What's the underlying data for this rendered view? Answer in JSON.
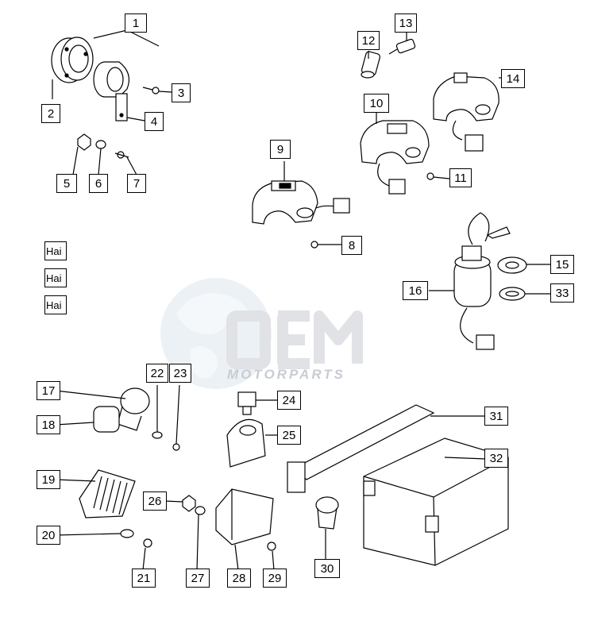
{
  "callouts": [
    {
      "id": "1",
      "label": "1"
    },
    {
      "id": "2",
      "label": "2"
    },
    {
      "id": "3",
      "label": "3"
    },
    {
      "id": "4",
      "label": "4"
    },
    {
      "id": "5",
      "label": "5"
    },
    {
      "id": "6",
      "label": "6"
    },
    {
      "id": "7",
      "label": "7"
    },
    {
      "id": "8",
      "label": "8"
    },
    {
      "id": "9",
      "label": "9"
    },
    {
      "id": "10",
      "label": "10"
    },
    {
      "id": "11",
      "label": "11"
    },
    {
      "id": "12",
      "label": "12"
    },
    {
      "id": "13",
      "label": "13"
    },
    {
      "id": "14",
      "label": "14"
    },
    {
      "id": "15",
      "label": "15"
    },
    {
      "id": "16",
      "label": "16"
    },
    {
      "id": "17",
      "label": "17"
    },
    {
      "id": "18",
      "label": "18"
    },
    {
      "id": "19",
      "label": "19"
    },
    {
      "id": "20",
      "label": "20"
    },
    {
      "id": "21",
      "label": "21"
    },
    {
      "id": "22",
      "label": "22"
    },
    {
      "id": "23",
      "label": "23"
    },
    {
      "id": "24",
      "label": "24"
    },
    {
      "id": "25",
      "label": "25"
    },
    {
      "id": "26",
      "label": "26"
    },
    {
      "id": "27",
      "label": "27"
    },
    {
      "id": "28",
      "label": "28"
    },
    {
      "id": "29",
      "label": "29"
    },
    {
      "id": "30",
      "label": "30"
    },
    {
      "id": "31",
      "label": "31"
    },
    {
      "id": "32",
      "label": "32"
    },
    {
      "id": "33",
      "label": "33"
    }
  ],
  "legend": [
    "Hai",
    "Hai",
    "Hai"
  ],
  "watermark": {
    "logo_text": "OEM",
    "tagline": "MOTORPARTS",
    "color": "#c9ccd2"
  }
}
